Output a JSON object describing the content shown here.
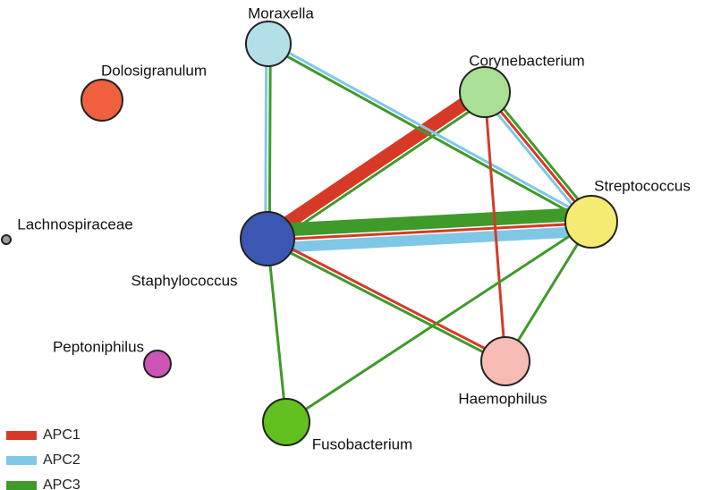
{
  "colors": {
    "APC1": "#d63a27",
    "APC2": "#7ec8e6",
    "APC3": "#3f9a2a",
    "node_outline": "#222222"
  },
  "legend": [
    {
      "key": "APC1",
      "label": "APC1"
    },
    {
      "key": "APC2",
      "label": "APC2"
    },
    {
      "key": "APC3",
      "label": "APC3"
    }
  ],
  "nodes": [
    {
      "id": "moraxella",
      "label": "Moraxella",
      "color": "#b3e0e8"
    },
    {
      "id": "dolosigranulum",
      "label": "Dolosigranulum",
      "color": "#f0603f"
    },
    {
      "id": "corynebacterium",
      "label": "Corynebacterium",
      "color": "#a9e095"
    },
    {
      "id": "lachnospiraceae",
      "label": "Lachnospiraceae",
      "color": "#9e9e9e"
    },
    {
      "id": "staphylococcus",
      "label": "Staphylococcus",
      "color": "#3c57b3"
    },
    {
      "id": "streptococcus",
      "label": "Streptococcus",
      "color": "#f6eb72"
    },
    {
      "id": "peptoniphilus",
      "label": "Peptoniphilus",
      "color": "#cc55b5"
    },
    {
      "id": "haemophilus",
      "label": "Haemophilus",
      "color": "#f7bdb5"
    },
    {
      "id": "fusobacterium",
      "label": "Fusobacterium",
      "color": "#62c11e"
    }
  ],
  "edges": [
    {
      "source": "staphylococcus",
      "target": "corynebacterium",
      "type": "APC1",
      "weight": 5
    },
    {
      "source": "staphylococcus",
      "target": "corynebacterium",
      "type": "APC3",
      "weight": 1
    },
    {
      "source": "staphylococcus",
      "target": "streptococcus",
      "type": "APC3",
      "weight": 5
    },
    {
      "source": "staphylococcus",
      "target": "streptococcus",
      "type": "APC1",
      "weight": 1
    },
    {
      "source": "staphylococcus",
      "target": "streptococcus",
      "type": "APC2",
      "weight": 4
    },
    {
      "source": "staphylococcus",
      "target": "moraxella",
      "type": "APC2",
      "weight": 1
    },
    {
      "source": "staphylococcus",
      "target": "moraxella",
      "type": "APC3",
      "weight": 1
    },
    {
      "source": "moraxella",
      "target": "streptococcus",
      "type": "APC2",
      "weight": 1
    },
    {
      "source": "moraxella",
      "target": "streptococcus",
      "type": "APC3",
      "weight": 1
    },
    {
      "source": "corynebacterium",
      "target": "streptococcus",
      "type": "APC3",
      "weight": 1
    },
    {
      "source": "corynebacterium",
      "target": "streptococcus",
      "type": "APC1",
      "weight": 1
    },
    {
      "source": "corynebacterium",
      "target": "streptococcus",
      "type": "APC2",
      "weight": 1
    },
    {
      "source": "corynebacterium",
      "target": "haemophilus",
      "type": "APC1",
      "weight": 1
    },
    {
      "source": "staphylococcus",
      "target": "haemophilus",
      "type": "APC1",
      "weight": 1
    },
    {
      "source": "staphylococcus",
      "target": "haemophilus",
      "type": "APC3",
      "weight": 1
    },
    {
      "source": "streptococcus",
      "target": "haemophilus",
      "type": "APC3",
      "weight": 1
    },
    {
      "source": "staphylococcus",
      "target": "fusobacterium",
      "type": "APC3",
      "weight": 1
    },
    {
      "source": "streptococcus",
      "target": "fusobacterium",
      "type": "APC3",
      "weight": 1
    }
  ]
}
